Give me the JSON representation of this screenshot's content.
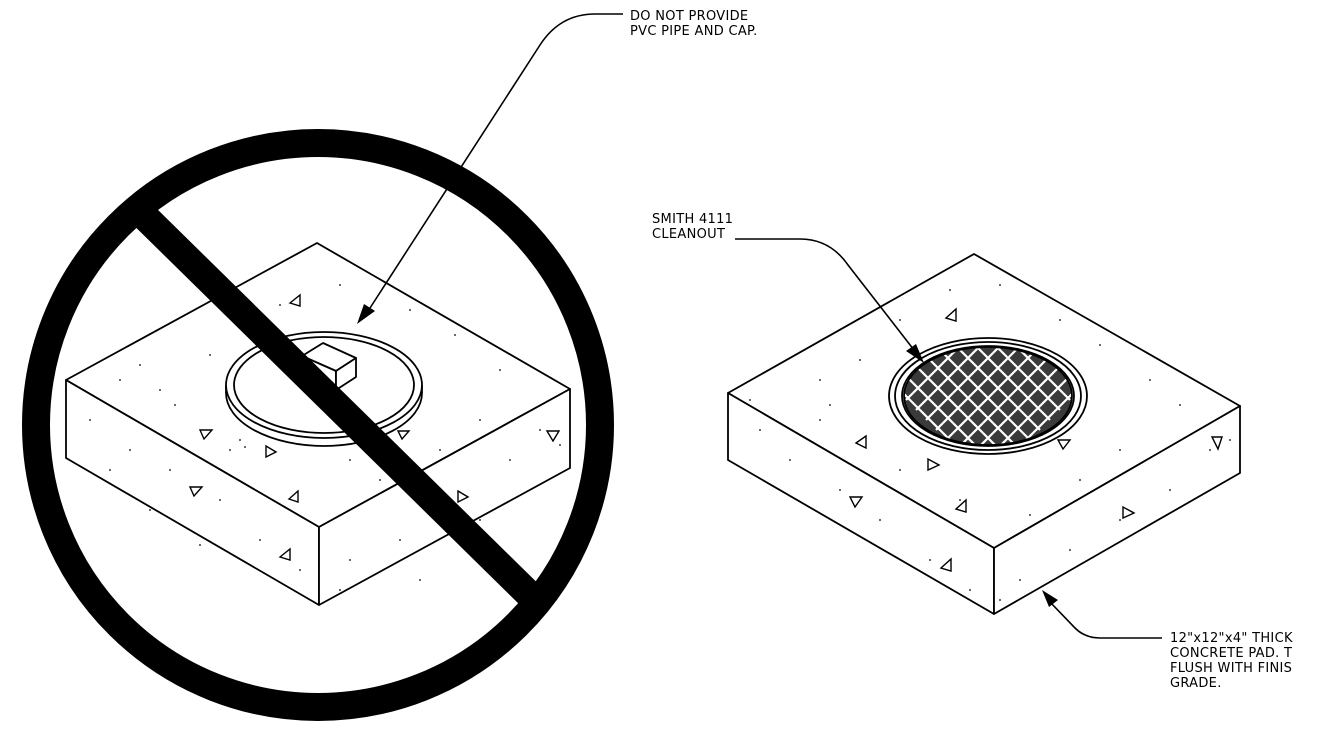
{
  "notes": {
    "do_not_provide": [
      "DO NOT PROVIDE",
      "PVC PIPE AND CAP."
    ],
    "cleanout": [
      "SMITH 4111",
      "CLEANOUT"
    ],
    "concrete_pad": [
      "12\"x12\"x4\" THICK",
      "CONCRETE PAD. T",
      "FLUSH WITH FINIS",
      "GRADE."
    ]
  },
  "colors": {
    "ink": "#000000",
    "paper": "#ffffff"
  },
  "symbols": [
    "prohibition-sign",
    "concrete-stipple",
    "aggregate-triangle",
    "grate-crosshatch"
  ]
}
